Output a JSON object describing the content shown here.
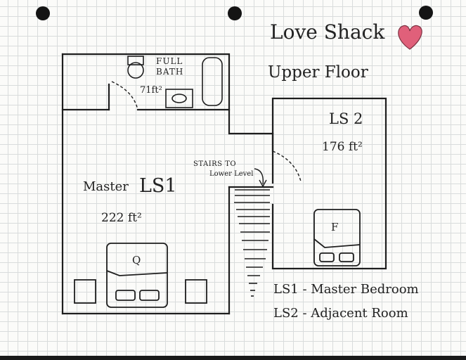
{
  "header": {
    "title": "Love Shack",
    "subtitle": "Upper Floor"
  },
  "rooms": {
    "full_bath": {
      "line1": "FULL",
      "line2": "BATH",
      "area": "71ft²"
    },
    "master": {
      "name": "Master",
      "code": "LS1",
      "area": "222 ft²"
    },
    "ls2": {
      "code": "LS 2",
      "area": "176 ft²"
    }
  },
  "stairs": {
    "line1": "STAIRS TO",
    "line2": "Lower Level"
  },
  "beds": {
    "queen": "Q",
    "full": "F"
  },
  "legend": [
    {
      "text": "LS1 - Master Bedroom"
    },
    {
      "text": "LS2 - Adjacent Room"
    }
  ],
  "colors": {
    "ink": "#1e1e1e",
    "heart": "#e0607a",
    "grid": "#d9dcdc",
    "paper": "#fbfbf9"
  }
}
